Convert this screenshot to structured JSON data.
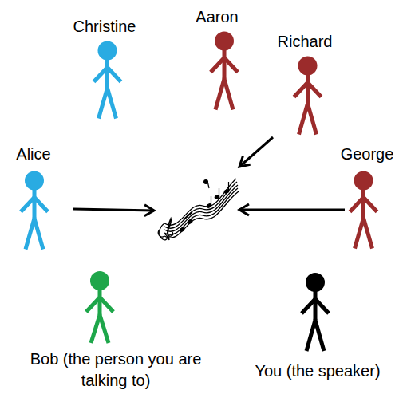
{
  "diagram": {
    "nodes": [
      {
        "text": [
          "Christine"
        ]
      },
      {
        "text": [
          "Aaron"
        ]
      },
      {
        "text": [
          "Richard"
        ]
      },
      {
        "text": [
          "Alice"
        ]
      },
      {
        "text": [
          "George"
        ]
      },
      {
        "text": [
          "Bob (the person you are talking to)"
        ]
      },
      {
        "text": [
          "You (the speaker)"
        ]
      }
    ]
  }
}
